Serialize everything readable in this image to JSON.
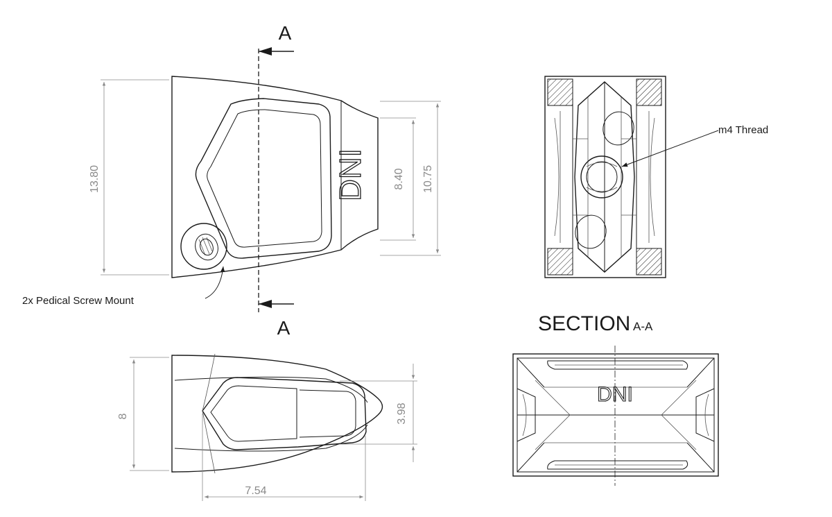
{
  "drawing": {
    "section_marker": "A",
    "section_title": "SECTION",
    "section_suffix": "A-A",
    "brand_mark": "DNI",
    "callouts": {
      "thread": "m4 Thread",
      "screw_mount": "2x Pedical Screw Mount"
    },
    "dimensions": {
      "overall_height": "13.80",
      "neck_inner_height": "8.40",
      "neck_outer_height": "10.75",
      "bottom_height": "8",
      "bottom_tip_height": "3.98",
      "bottom_width": "7.54"
    }
  }
}
